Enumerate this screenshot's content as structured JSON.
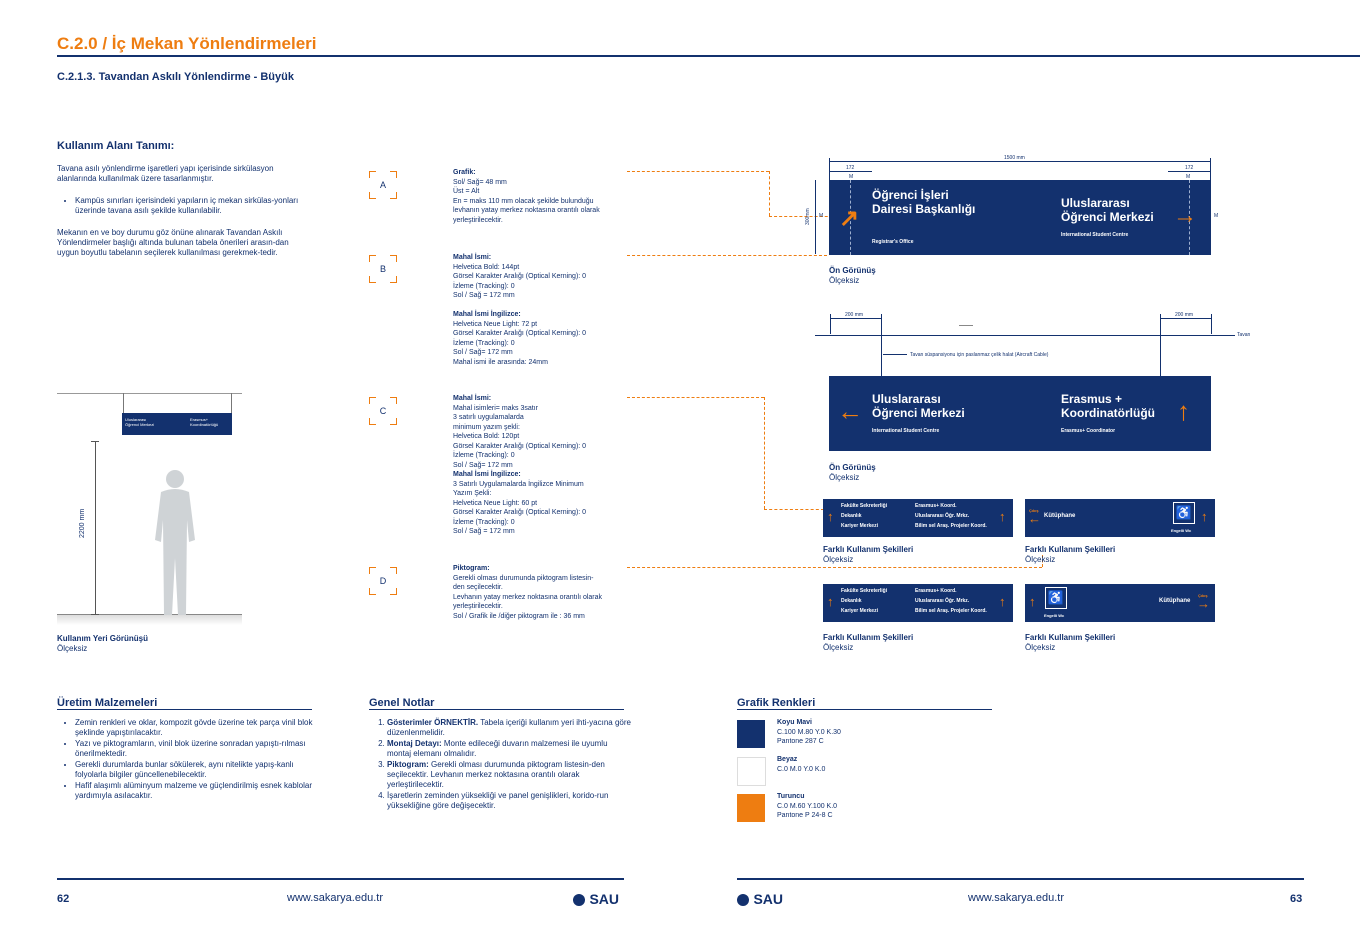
{
  "header": {
    "title": "C.2.0 / İç Mekan Yönlendirmeleri",
    "subtitle": "C.2.1.3. Tavandan Askılı Yönlendirme - Büyük"
  },
  "usage": {
    "heading": "Kullanım Alanı Tanımı:",
    "intro": "Tavana asılı yönlendirme işaretleri yapı içerisinde sirkülasyon alanlarında kullanılmak üzere tasarlanmıştır.",
    "bullet": "Kampüs sınırları içerisindeki yapıların iç mekan sirkülas-yonları üzerinde tavana asılı şekilde kullanılabilir.",
    "para": "Mekanın en ve boy durumu göz önüne alınarak Tavandan Askılı Yönlendirmeler başlığı altında bulunan tabela önerileri arasın-dan uygun boyutlu tabelanın seçilerek kullanılması gerekmek-tedir.",
    "view_title": "Kullanım Yeri Görünüşü",
    "view_scale": "Ölçeksiz",
    "height_label": "2200 mm"
  },
  "specs": [
    {
      "letter": "A",
      "lines": [
        "Grafik:",
        "Sol/ Sağ= 48 mm",
        "Üst = Alt",
        "En = maks 110 mm olacak şekilde bulunduğu",
        "levhanın yatay merkez noktasına orantılı olarak",
        "yerleştirilecektir."
      ]
    },
    {
      "letter": "B",
      "lines": [
        "Mahal İsmi:",
        "Helvetica Bold: 144pt",
        "Görsel Karakter Aralığı (Optical Kerning): 0",
        "İzleme (Tracking): 0",
        "Sol / Sağ = 172 mm",
        "",
        "Mahal İsmi İngilizce:",
        "Helvetica Neue Light: 72 pt",
        "Görsel Karakter Aralığı (Optical Kerning): 0",
        "İzleme (Tracking): 0",
        "Sol / Sağ= 172 mm",
        "Mahal ismi ile arasında: 24mm"
      ]
    },
    {
      "letter": "C",
      "lines": [
        "Mahal İsmi:",
        "Mahal isimleri= maks 3satır",
        "3 satırlı uygulamalarda",
        "minimum yazım şekli:",
        "Helvetica Bold: 120pt",
        "Görsel Karakter Aralığı (Optical Kerning): 0",
        "İzleme (Tracking): 0",
        "Sol / Sağ= 172 mm",
        "Mahal İsmi İngilizce:",
        "3 Satırlı Uygulamalarda İngilizce Minimum",
        "Yazım Şekli:",
        "Helvetica Neue Light: 60 pt",
        "Görsel Karakter Aralığı (Optical Kerning): 0",
        "İzleme (Tracking): 0",
        "Sol / Sağ = 172 mm"
      ]
    },
    {
      "letter": "D",
      "lines": [
        "Piktogram:",
        "Gerekli olması durumunda piktogram listesin-",
        "den seçilecektir.",
        "Levhanın yatay merkez noktasına orantılı olarak",
        "yerleştirilecektir.",
        "Sol / Grafik ile /diğer piktogram ile : 36 mm"
      ]
    }
  ],
  "sign_front": {
    "left_name": "Öğrenci İşleri Dairesi Başkanlığı",
    "left_en": "Registrar's Office",
    "right_name": "Uluslararası Öğrenci Merkezi",
    "right_en": "International Student Centre",
    "dim_total": "1500 mm",
    "dim_side": "172",
    "dim_m": "M",
    "dim_height": "300mm",
    "caption": "Ön Görünüş",
    "scale": "Ölçeksiz"
  },
  "sign_side": {
    "left_name": "Uluslararası Öğrenci Merkezi",
    "left_en": "International Student Centre",
    "right_name": "Erasmus + Koordinatörlüğü",
    "right_en": "Erasmus+ Coordinator",
    "dim_left": "200 mm",
    "dim_right": "200 mm",
    "ceiling": "Tavan",
    "cable_note": "Tavan süspansiyonu için paslanmaz çelik halat (Aircraft Cable)",
    "caption": "Ön Görünüş",
    "scale": "Ölçeksiz"
  },
  "variants": [
    {
      "caption": "Farklı Kullanım Şekilleri",
      "scale": "Ölçeksiz"
    },
    {
      "caption": "Farklı Kullanım Şekilleri",
      "scale": "Ölçeksiz"
    },
    {
      "caption": "Farklı Kullanım Şekilleri",
      "scale": "Ölçeksiz"
    },
    {
      "caption": "Farklı Kullanım Şekilleri",
      "scale": "Ölçeksiz"
    }
  ],
  "mini_sign_texts": {
    "left_rows": [
      "Fakülte Sekreterliği",
      "Dekanlık",
      "Kariyer Merkezi"
    ],
    "right_rows": [
      "Erasmus+ Koord.",
      "Uluslararası Öğr. Mrkz.",
      "Bilim sel Araş. Projeler Koord."
    ],
    "library": "Kütüphane",
    "exit": "Çıkış",
    "wc": "Engelli Wc"
  },
  "materials": {
    "heading": "Üretim Malzemeleri",
    "items": [
      "Zemin renkleri ve oklar, kompozit gövde üzerine tek parça vinil blok şeklinde yapıştırılacaktır.",
      "Yazı ve piktogramların, vinil blok üzerine sonradan yapıştı-rılması önerilmektedir.",
      "Gerekli durumlarda bunlar sökülerek, aynı nitelikte yapış-kanlı folyolarla bilgiler güncellenebilecektir.",
      "Hafif alaşımlı alüminyum malzeme ve güçlendirilmiş esnek kablolar yardımıyla asılacaktır."
    ]
  },
  "notes": {
    "heading": "Genel Notlar",
    "items": [
      {
        "bold": "Gösterimler ÖRNEKTİR.",
        "text": " Tabela içeriği kullanım yeri ihti-yacına göre düzenlenmelidir."
      },
      {
        "bold": "Montaj Detayı:",
        "text": " Monte edileceği duvarın malzemesi ile uyumlu montaj elemanı olmalıdır."
      },
      {
        "bold": "Piktogram:",
        "text": " Gerekli olması durumunda piktogram listesin-den seçilecektir. Levhanın merkez noktasına orantılı olarak yerleştirilecektir."
      },
      {
        "bold": "",
        "text": "İşaretlerin zeminden yüksekliği ve panel genişlikleri, korido-run yüksekliğine göre değişecektir."
      }
    ]
  },
  "colors": {
    "heading": "Grafik Renkleri",
    "items": [
      {
        "name": "Koyu Mavi",
        "spec": "C.100 M.80 Y.0 K.30",
        "pantone": "Pantone 287 C",
        "hex": "#13316e"
      },
      {
        "name": "Beyaz",
        "spec": "C.0 M.0 Y.0 K.0",
        "pantone": "",
        "hex": "#ffffff"
      },
      {
        "name": "Turuncu",
        "spec": "C.0 M.60 Y.100 K.0",
        "pantone": "Pantone P 24-8 C",
        "hex": "#ee7d11"
      }
    ]
  },
  "footer": {
    "page_left": "62",
    "page_right": "63",
    "url": "www.sakarya.edu.tr",
    "logo": "SAU"
  }
}
